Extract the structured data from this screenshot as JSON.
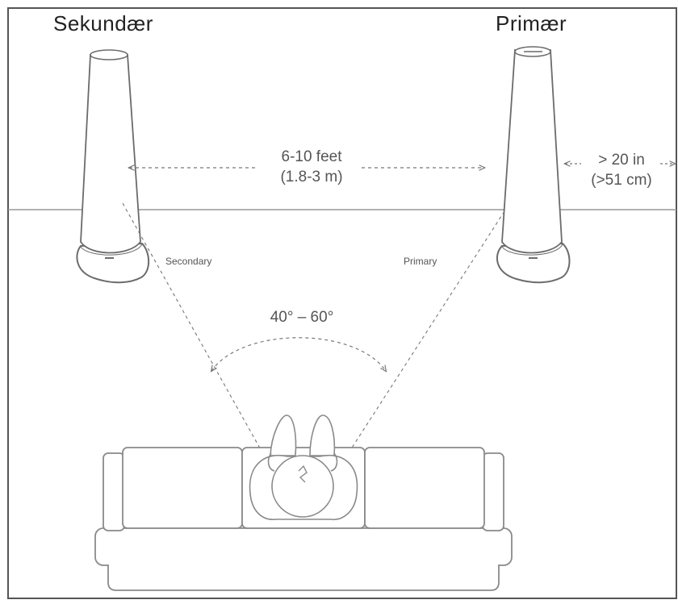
{
  "labels": {
    "secondary_heading": "Sekundær",
    "primary_heading": "Primær",
    "distance_line1": "6-10 feet",
    "distance_line2": "(1.8-3 m)",
    "wall_gap_line1": "> 20 in",
    "wall_gap_line2": "(>51 cm)",
    "secondary_small": "Secondary",
    "primary_small": "Primary",
    "angle": "40° – 60°"
  },
  "colors": {
    "frame": "#555555",
    "line": "#999999",
    "speaker": "#6b6b6b",
    "sofa": "#8a8a8a",
    "dashed": "#777777"
  },
  "icons": [
    "speaker-icon",
    "sofa-icon",
    "listener-icon"
  ]
}
